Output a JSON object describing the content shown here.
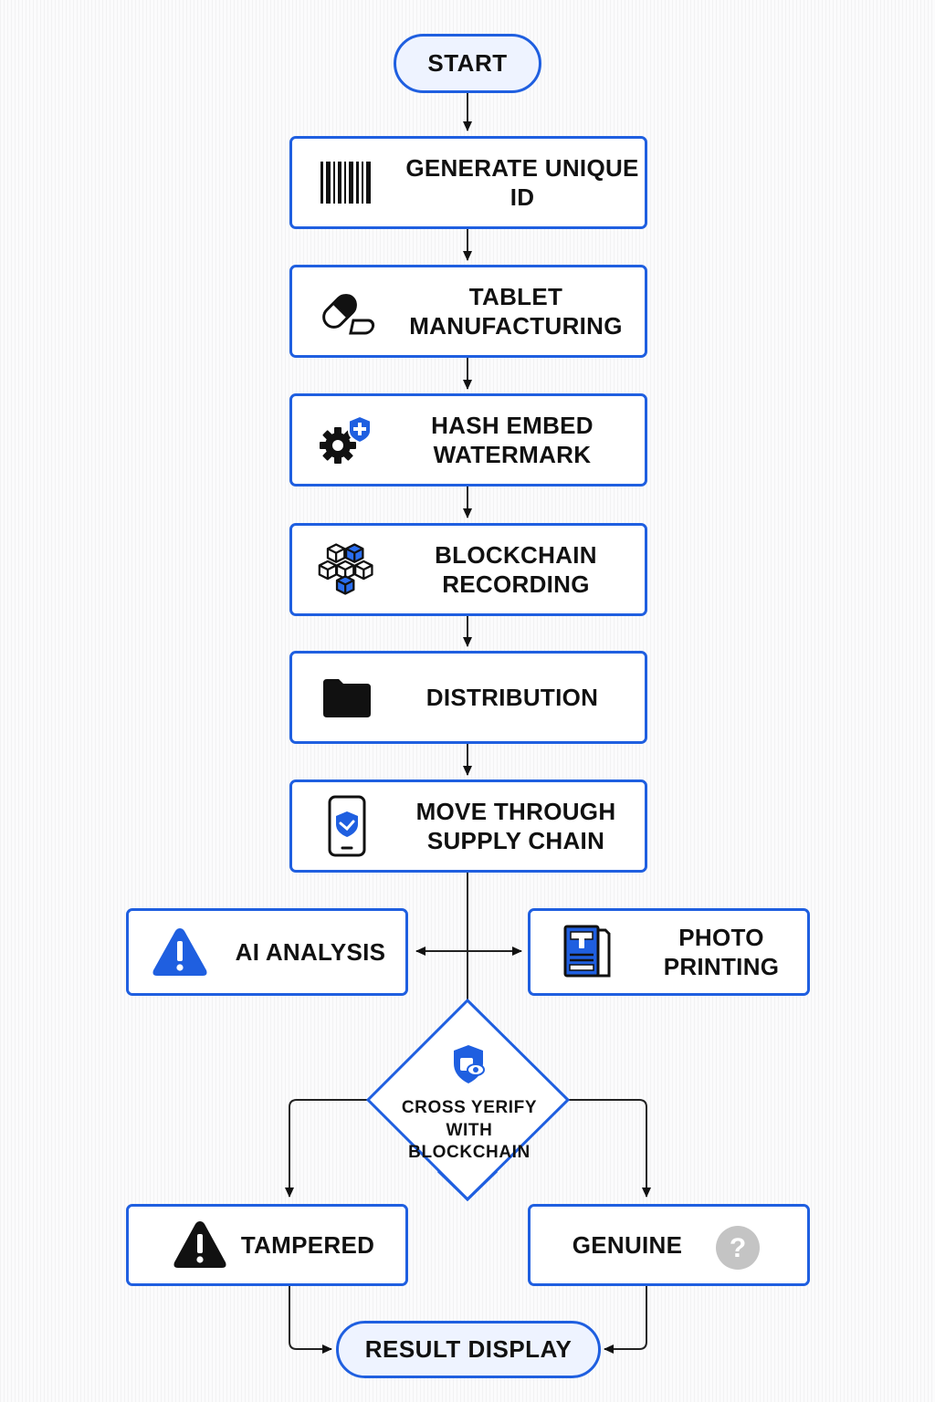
{
  "start": "START",
  "steps": [
    {
      "label": "GENERATE UNIQUE\nID",
      "icon": "barcode-icon"
    },
    {
      "label": "TABLET\nMANUFACTURING",
      "icon": "pill-capsule-icon"
    },
    {
      "label": "HASH EMBED\nWATERMARK",
      "icon": "gear-plus-icon"
    },
    {
      "label": "BLOCKCHAIN\nRECORDING",
      "icon": "blockchain-cubes-icon"
    },
    {
      "label": "DISTRIBUTION",
      "icon": "folder-icon"
    },
    {
      "label": "MOVE THROUGH\nSUPPLY CHAIN",
      "icon": "phone-shield-icon"
    }
  ],
  "ai_analysis": {
    "label": "AI ANALYSIS",
    "icon": "warning-blue-icon"
  },
  "photo_printing": {
    "label": "PHOTO\nPRINTING",
    "icon": "document-print-icon"
  },
  "decision": {
    "label": "CROSS YERIFY\nWITH\nBLOCKCHAIN",
    "icon": "shield-eye-icon"
  },
  "tampered": {
    "label": "TAMPERED",
    "icon": "warning-black-icon"
  },
  "genuine": {
    "label": "GENUINE",
    "icon": "question-circle-icon"
  },
  "result": "RESULT DISPLAY",
  "colors": {
    "accent": "#1f5fe0",
    "pill_fill": "#eef3ff",
    "text": "#111111",
    "question_gray": "#c4c4c4"
  }
}
